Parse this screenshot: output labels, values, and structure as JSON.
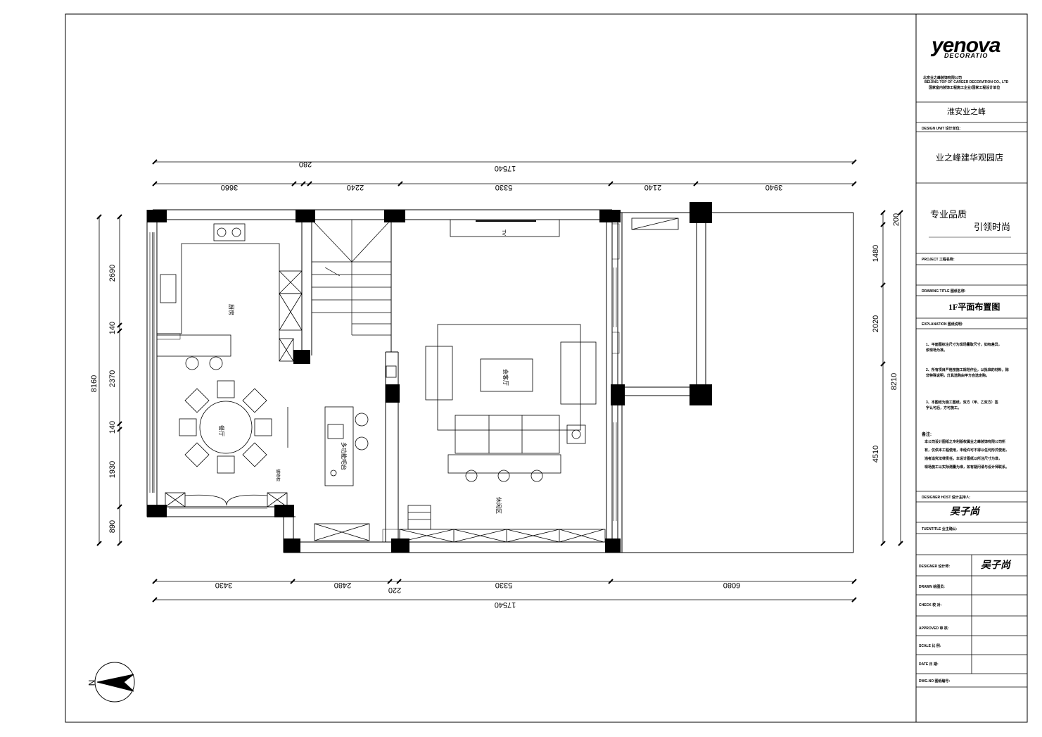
{
  "drawing": {
    "dims_top": [
      "17540",
      "280",
      "3660",
      "2240",
      "5330",
      "2140",
      "3940"
    ],
    "dims_bottom": [
      "3430",
      "2480",
      "220",
      "5330",
      "6080",
      "17540"
    ],
    "dims_left": [
      "8160",
      "2690",
      "140",
      "2370",
      "140",
      "1930",
      "890"
    ],
    "dims_right": [
      "200",
      "1480",
      "2020",
      "4510",
      "8210"
    ],
    "room_labels": {
      "kitchen": "厨房",
      "dining": "餐厅",
      "living": "会客厅",
      "bar": "多功能吧台",
      "leisure": "休闲区",
      "tv": "TV",
      "side": "储物柜"
    },
    "north": "N"
  },
  "titleblock": {
    "logo": "yenova",
    "logo_sub": "DECORATIO",
    "company_cn": "北京业之峰装饰有限公司",
    "company_en": "BEIJING TOP OF CAREER DECORATION CO., LTD",
    "company_line3": "国家室内装饰工程施工企业/国家工程设计单位",
    "branch": "淮安业之峰",
    "design_unit_label": "DESIGN UNIT  设计单位:",
    "design_unit": "业之峰建华观园店",
    "slogan1": "专业品质",
    "slogan2": "引领时尚",
    "project_label": "PROJECT       工程名称:",
    "drawing_title_label": "DRAWING TITLE      图纸名称:",
    "drawing_title": "1F平面布置图",
    "explanation_label": "EXPLANATION        图纸说明:",
    "notes": [
      "1、平面图标注尺寸为现场量取尺寸，如有差异，",
      "    依现场为准。",
      "2、所有项目严格按施工规范作业，以批准的材料，除",
      "    非特殊说明，灯具选购由甲方自选定购。",
      "3、本图纸为施工图纸，双方（甲、乙双方）签",
      "    字认可后，方可施工。"
    ],
    "remark_label": "备注:",
    "remarks": [
      "本公司设计图纸之专利版权属业之峰装饰有限公司所",
      "有，仅供本工程使用，未经许可不得以任何形式使用，",
      "违者追究法律责任。本设计图纸以所注尺寸为准，",
      "现场施工以实际测量为准，如有疑问请与设计师联系。"
    ],
    "designer_host_label": "DESIGNER HOST    设计主持人:",
    "designer_host_sig": "吴子尚",
    "tuentitle_label": "TUENTITLE   业主确认:",
    "rows": [
      {
        "label": "DESIGNER  设计师:",
        "value": "吴子尚"
      },
      {
        "label": "DRAWN    绘图员:",
        "value": ""
      },
      {
        "label": "CHECK    校  对:",
        "value": ""
      },
      {
        "label": "APPROVED 审  核:",
        "value": ""
      },
      {
        "label": "SCALE    比  例:",
        "value": ""
      },
      {
        "label": "DATE     日  期:",
        "value": ""
      },
      {
        "label": "DWG.NO  图纸编号:",
        "value": ""
      }
    ]
  }
}
